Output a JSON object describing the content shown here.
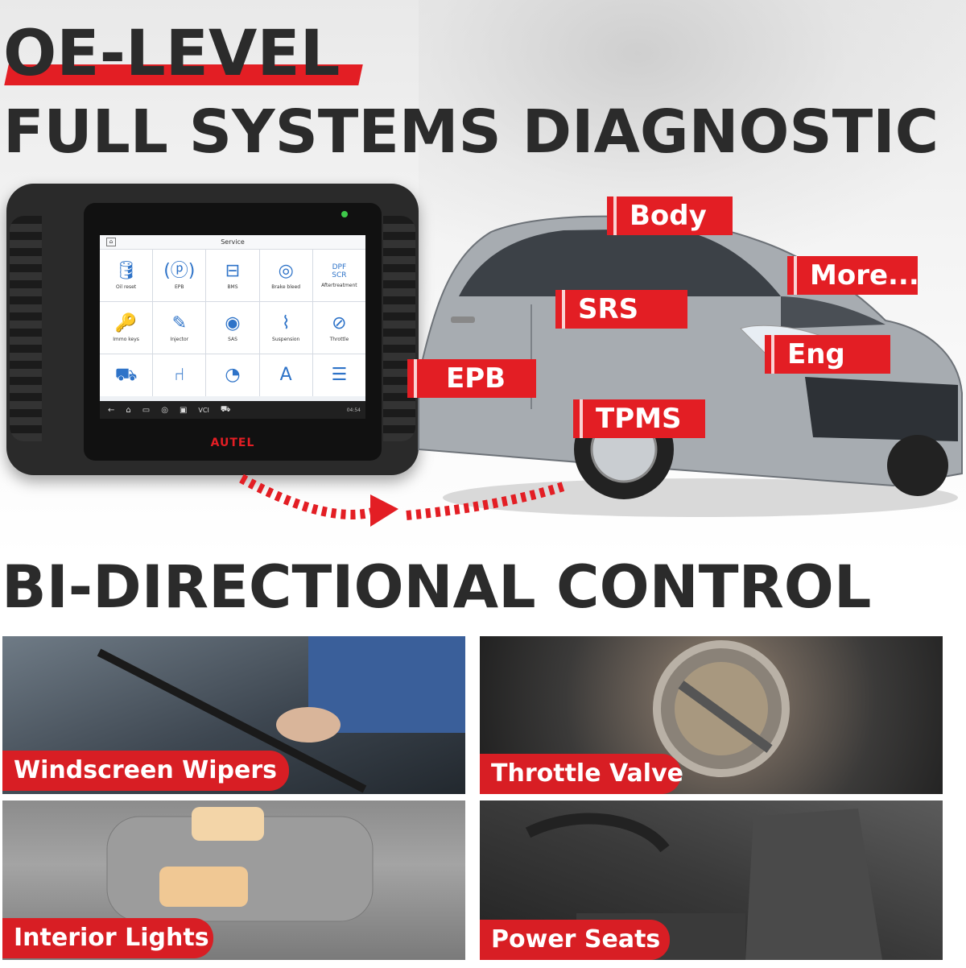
{
  "headline": {
    "line1": "OE-LEVEL",
    "line2": "FULL SYSTEMS DIAGNOSTIC",
    "line3": "BI-DIRECTIONAL CONTROL"
  },
  "tablet": {
    "brand": "AUTEL",
    "screen_title": "Service",
    "services": [
      {
        "label": "Oil reset",
        "icon": "oil-can-icon"
      },
      {
        "label": "EPB",
        "icon": "brake-icon"
      },
      {
        "label": "BMS",
        "icon": "battery-icon"
      },
      {
        "label": "Brake bleed",
        "icon": "brake-fluid-icon"
      },
      {
        "label": "Aftertreatment",
        "icon": "dpf-scr-icon"
      },
      {
        "label": "Immo keys",
        "icon": "key-icon"
      },
      {
        "label": "Injector",
        "icon": "injector-icon"
      },
      {
        "label": "SAS",
        "icon": "steering-wheel-icon"
      },
      {
        "label": "Suspension",
        "icon": "suspension-icon"
      },
      {
        "label": "Throttle",
        "icon": "throttle-icon"
      },
      {
        "label": "",
        "icon": "car-door-icon"
      },
      {
        "label": "",
        "icon": "seat-icon"
      },
      {
        "label": "",
        "icon": "gauge-icon"
      },
      {
        "label": "",
        "icon": "language-icon"
      },
      {
        "label": "",
        "icon": "headlight-icon"
      }
    ],
    "dpf_text": "DPF",
    "scr_text": "SCR",
    "vcl_text": "VCI",
    "time": "04:54"
  },
  "car_tags": {
    "body": "Body",
    "more": "More...",
    "srs": "SRS",
    "eng": "Eng",
    "epb": "EPB",
    "tpms": "TPMS"
  },
  "features": {
    "wipers": "Windscreen Wipers",
    "throttle": "Throttle Valve",
    "lights": "Interior Lights",
    "seats": "Power Seats"
  },
  "colors": {
    "accent_red": "#e31e24",
    "headline": "#2b2b2b",
    "car_silver": "#9aa0a6"
  }
}
